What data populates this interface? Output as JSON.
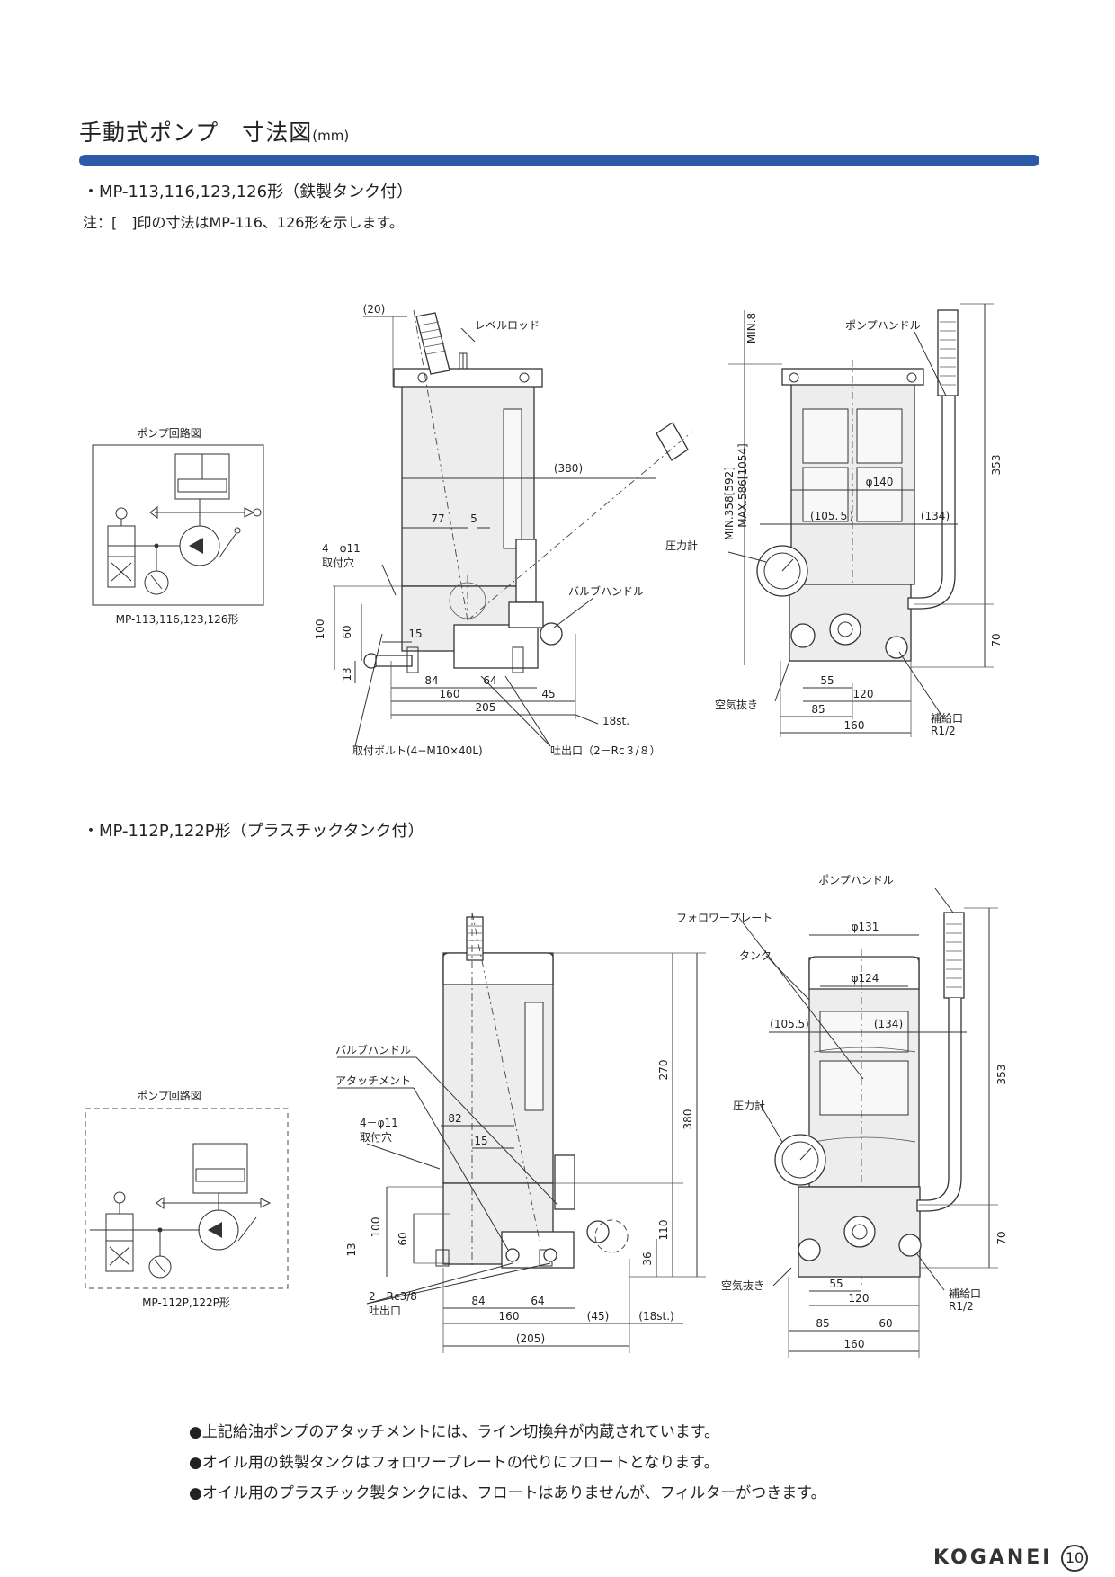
{
  "title": {
    "main": "手動式ポンプ　寸法図",
    "unit": "(mm)"
  },
  "section1": {
    "heading": "・MP-113,116,123,126形（鉄製タンク付）",
    "note": "注：[　]印の寸法はMP-116、126形を示します。",
    "circuit": {
      "title": "ポンプ回路図",
      "caption": "MP-113,116,123,126形"
    },
    "front": {
      "dim_20": "(20)",
      "level_rod": "レベルロッド",
      "dim_380": "(380)",
      "dim_77": "77",
      "dim_5": "5",
      "hole_label_1": "4－φ11",
      "hole_label_2": "取付穴",
      "valve_handle": "バルブハンドル",
      "dim_100": "100",
      "dim_60": "60",
      "dim_15": "15",
      "dim_13": "13",
      "dim_84": "84",
      "dim_64": "64",
      "dim_160": "160",
      "dim_45": "45",
      "dim_205": "205",
      "stroke": "18st.",
      "bolt": "取付ボルト(4−M10×40L)",
      "outlet": "吐出口（2－Rc３/８）"
    },
    "side": {
      "min8": "MIN.8",
      "pump_handle": "ポンプハンドル",
      "min_h": "MIN.358[592]",
      "max_h": "MAX.586[1054]",
      "dim_353": "353",
      "dia_140": "φ140",
      "dim_105_5": "(105.５)",
      "dim_134": "(134)",
      "gauge": "圧力計",
      "air_vent": "空気抜き",
      "dim_70": "70",
      "dim_55": "55",
      "dim_120": "120",
      "dim_85": "85",
      "dim_160": "160",
      "supply_1": "補給口",
      "supply_2": "R1/2"
    }
  },
  "section2": {
    "heading": "・MP-112P,122P形（プラスチックタンク付）",
    "circuit": {
      "title": "ポンプ回路図",
      "caption": "MP-112P,122P形"
    },
    "front": {
      "valve_handle": "バルブハンドル",
      "attachment": "アタッチメント",
      "dim_82": "82",
      "dim_15": "15",
      "hole_label_1": "4－φ11",
      "hole_label_2": "取付穴",
      "dim_100": "100",
      "dim_60": "60",
      "dim_13": "13",
      "dim_270": "270",
      "dim_380": "380",
      "dim_110": "110",
      "dim_36": "36",
      "outlet_1": "2－Rc3/8",
      "outlet_2": "吐出口",
      "dim_84": "84",
      "dim_64": "64",
      "dim_160": "160",
      "dim_45": "(45)",
      "stroke": "(18st.)",
      "dim_205": "(205)"
    },
    "side": {
      "pump_handle": "ポンプハンドル",
      "follower": "フォロワープレート",
      "dia_131": "φ131",
      "tank": "タンク",
      "dia_124": "φ124",
      "dim_105_5": "(105.5)",
      "dim_134": "(134)",
      "dim_353": "353",
      "gauge": "圧力計",
      "dim_70": "70",
      "air_vent": "空気抜き",
      "dim_55": "55",
      "dim_120": "120",
      "dim_85": "85",
      "dim_60": "60",
      "dim_160": "160",
      "supply_1": "補給口",
      "supply_2": "R1/2"
    }
  },
  "bullets": [
    "●上記給油ポンプのアタッチメントには、ライン切換弁が内蔵されています。",
    "●オイル用の鉄製タンクはフォロワープレートの代りにフロートとなります。",
    "●オイル用のプラスチック製タンクには、フロートはありませんが、フィルターがつきます。"
  ],
  "footer": {
    "logo": "KOGANEI",
    "page": "10"
  },
  "colors": {
    "accent_bar": "#2c5aa8"
  }
}
